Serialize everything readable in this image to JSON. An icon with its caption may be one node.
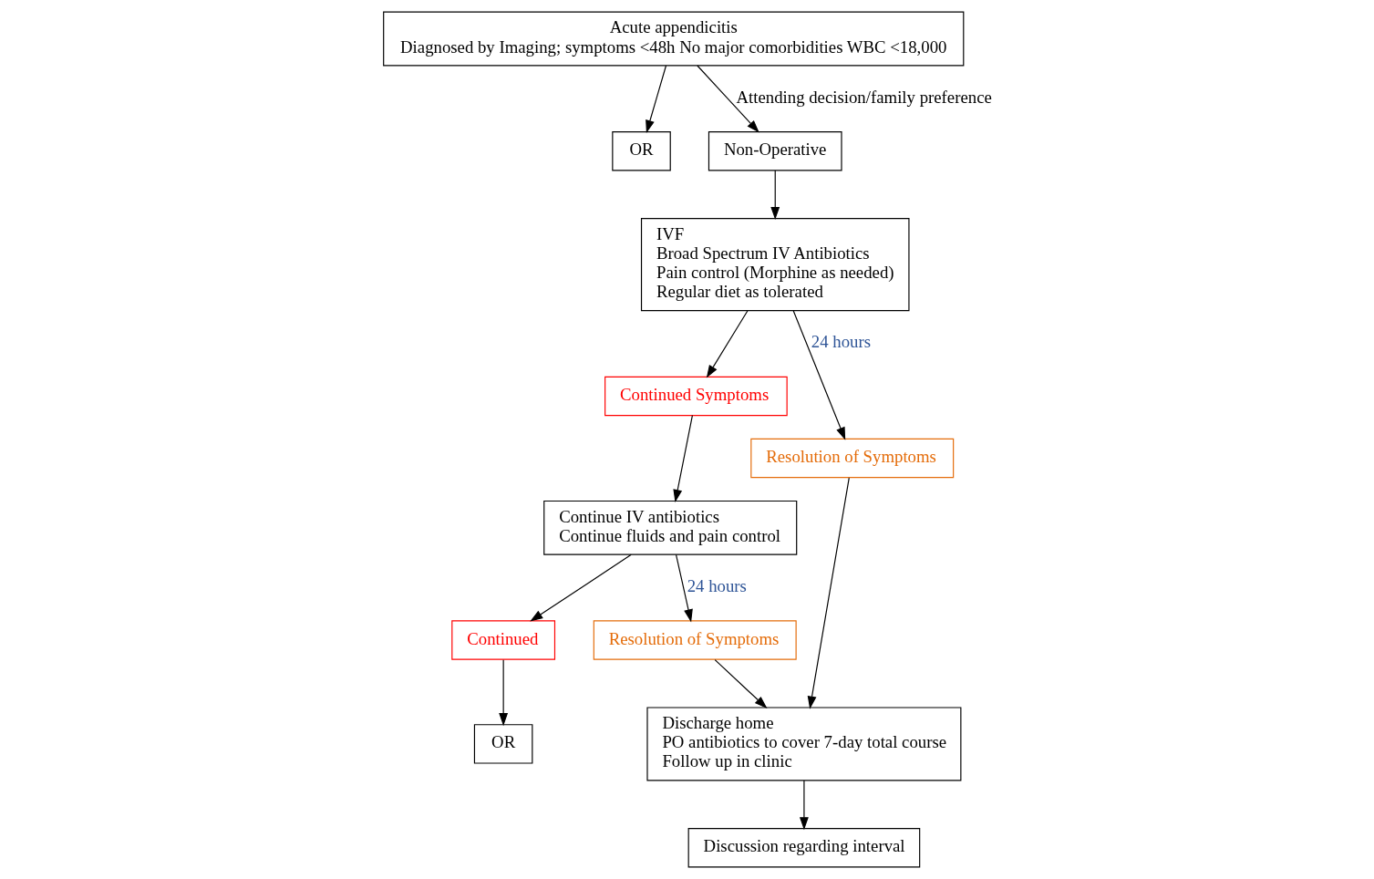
{
  "diagram": {
    "nodes": [
      {
        "text": [
          "Acute appendicitis",
          "Diagnosed by Imaging; symptoms <48h No major comorbidities WBC <18,000"
        ]
      },
      {
        "text": [
          "OR"
        ]
      },
      {
        "text": [
          "Non-Operative"
        ]
      },
      {
        "text": [
          "IVF",
          "Broad Spectrum IV Antibiotics",
          "Pain control (Morphine as needed)",
          "Regular diet as tolerated"
        ]
      },
      {
        "text": [
          "Continued Symptoms"
        ]
      },
      {
        "text": [
          "Resolution of Symptoms"
        ]
      },
      {
        "text": [
          "Continue IV antibiotics",
          "Continue fluids and pain control"
        ]
      },
      {
        "text": [
          "Continued"
        ]
      },
      {
        "text": [
          "Resolution of Symptoms"
        ]
      },
      {
        "text": [
          "Discharge home",
          "PO antibiotics to cover 7-day total course",
          "Follow up in clinic"
        ]
      },
      {
        "text": [
          "OR"
        ]
      },
      {
        "text": [
          "Discussion regarding interval"
        ]
      }
    ],
    "edges": [
      {
        "from": 0,
        "to": 1,
        "arrow": "to"
      },
      {
        "from": 0,
        "to": 2,
        "arrow": "to",
        "label": "Attending decision/family preference"
      },
      {
        "from": 2,
        "to": 3,
        "arrow": "to"
      },
      {
        "from": 3,
        "to": 4,
        "arrow": "to"
      },
      {
        "from": 3,
        "to": 5,
        "arrow": "to",
        "label": "24 hours"
      },
      {
        "from": 4,
        "to": 6,
        "arrow": "to"
      },
      {
        "from": 5,
        "to": 9,
        "arrow": "to"
      },
      {
        "from": 6,
        "to": 7,
        "arrow": "to"
      },
      {
        "from": 6,
        "to": 8,
        "arrow": "to",
        "label": "24 hours"
      },
      {
        "from": 7,
        "to": 10,
        "arrow": "to"
      },
      {
        "from": 8,
        "to": 9,
        "arrow": "to"
      },
      {
        "from": 9,
        "to": 11,
        "arrow": "to"
      }
    ]
  }
}
